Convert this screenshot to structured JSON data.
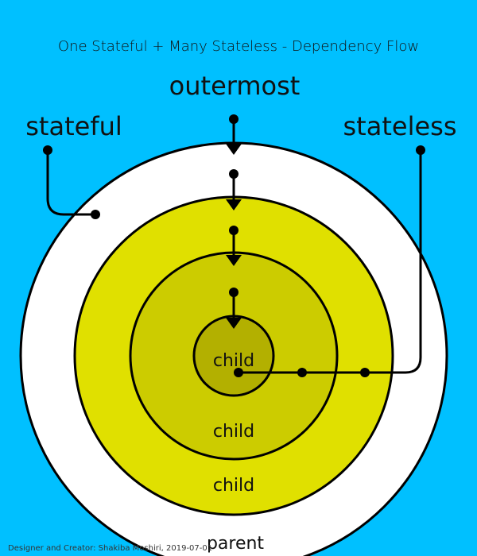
{
  "title": "One Stateful + Many Stateless - Dependency Flow",
  "labels": {
    "outermost": "outermost",
    "stateful": "stateful",
    "stateless": "stateless"
  },
  "rings": {
    "parent": "parent",
    "child_outer": "child",
    "child_middle": "child",
    "child_inner": "child"
  },
  "credit": "Designer and Creator: Shakiba Moshiri, 2019-07-01",
  "colors": {
    "background": "#00c0ff",
    "parent_ring": "#ffffff",
    "child_outer": "#e0e000",
    "child_middle": "#cccc00",
    "child_inner": "#b3b000",
    "lines": "#000000"
  }
}
